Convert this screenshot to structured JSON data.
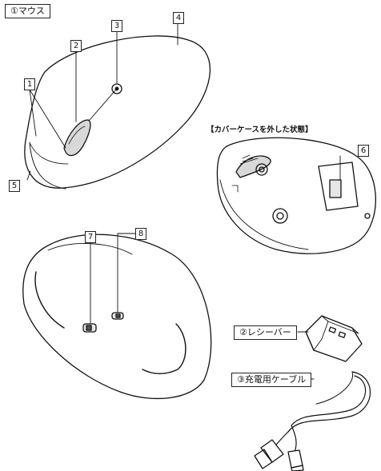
{
  "titles": {
    "mouse": "①マウス",
    "receiver": "②レシーバー",
    "cable": "③充電用ケーブル",
    "cover_off": "【カバーケースを外した状態】"
  },
  "callouts": [
    "1",
    "2",
    "3",
    "4",
    "5",
    "6",
    "7",
    "8"
  ]
}
